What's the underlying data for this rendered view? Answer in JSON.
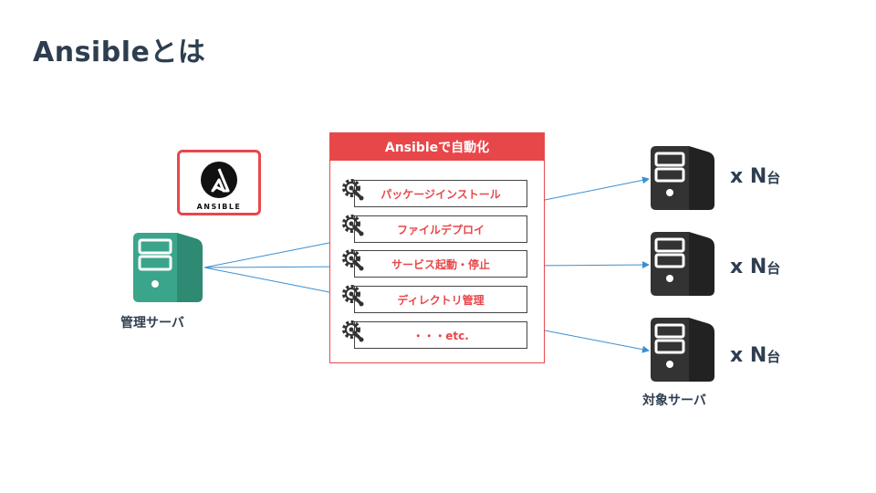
{
  "title": "Ansibleとは",
  "logo": {
    "text": "ANSIBLE",
    "glyph": "A",
    "color": "#111111",
    "border_color": "#e8474a"
  },
  "manager": {
    "label": "管理サーバ",
    "icon": "server-icon",
    "color": "#3aa58a"
  },
  "panel": {
    "header": "Ansibleで自動化",
    "header_color": "#e8474a",
    "tasks": [
      "パッケージインストール",
      "ファイルデプロイ",
      "サービス起動・停止",
      "ディレクトリ管理",
      "・・・etc."
    ],
    "task_icon": "gear-wrench-icon"
  },
  "targets": {
    "label": "対象サーバ",
    "icon": "server-icon",
    "color": "#333333",
    "counts": [
      {
        "x": "x",
        "n": "N",
        "unit": "台"
      },
      {
        "x": "x",
        "n": "N",
        "unit": "台"
      },
      {
        "x": "x",
        "n": "N",
        "unit": "台"
      }
    ]
  },
  "arrow_color": "#3b8fd0"
}
